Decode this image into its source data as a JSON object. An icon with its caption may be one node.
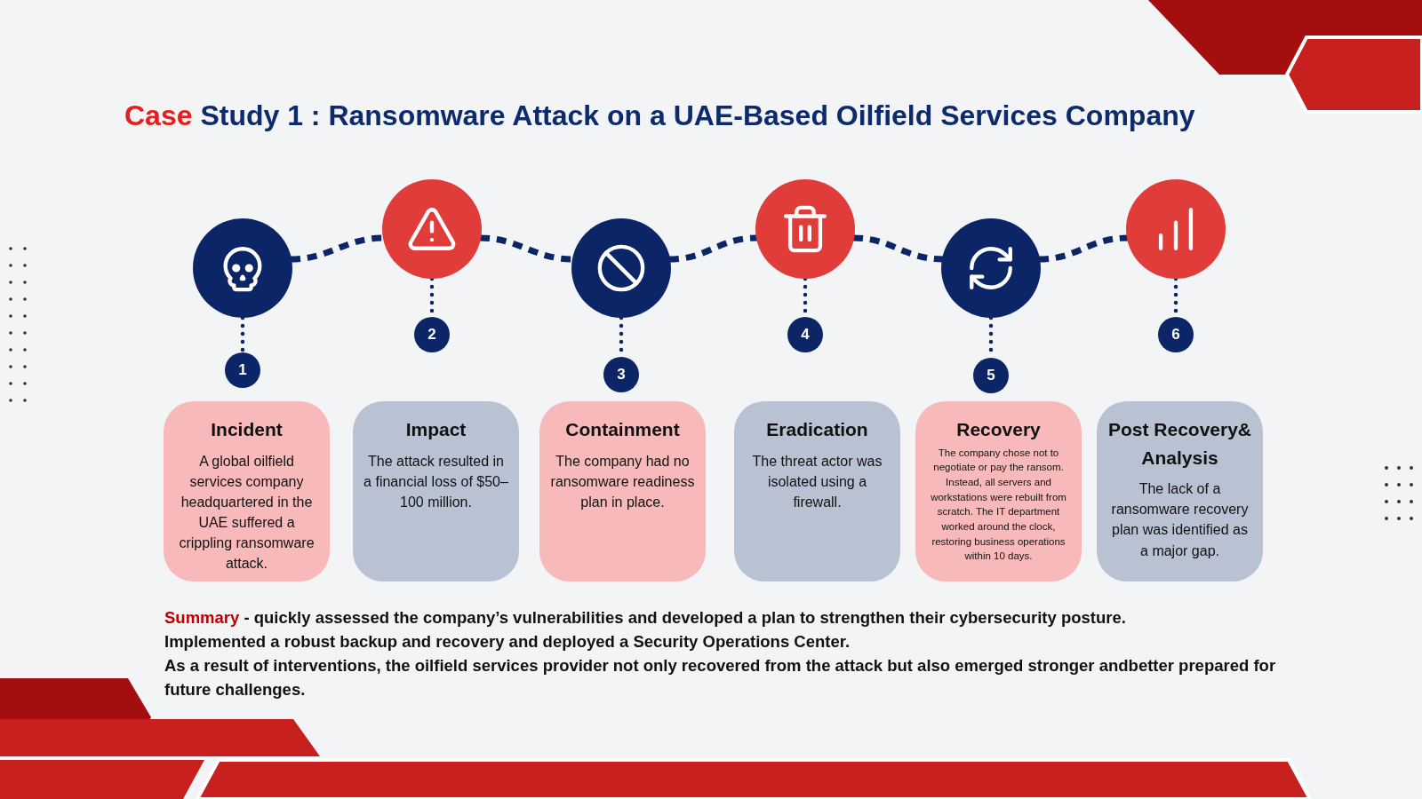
{
  "diagram": {
    "title": "Case Study 1 : Ransomware Attack on a UAE-Based Oilfield Services Company",
    "nodes": [
      {
        "text": [],
        "shape": "circle"
      },
      {
        "text": [],
        "shape": "circle"
      },
      {
        "text": [],
        "shape": "circle"
      },
      {
        "text": [],
        "shape": "circle"
      },
      {
        "text": [],
        "shape": "circle"
      },
      {
        "text": [],
        "shape": "circle"
      },
      {
        "text": [
          "1"
        ]
      },
      {
        "text": [
          "2"
        ]
      },
      {
        "text": [
          "3"
        ]
      },
      {
        "text": [
          "4"
        ]
      },
      {
        "text": [
          "5"
        ]
      },
      {
        "text": [
          "6"
        ]
      },
      {
        "text": [
          "Incident",
          "A global oilfield services company headquartered in the UAE suffered a crippling ransomware attack."
        ]
      },
      {
        "text": [
          "Impact",
          "The attack resulted in a financial loss of $50–100 million."
        ]
      },
      {
        "text": [
          "Containment",
          "The company had no ransomware readiness plan in place."
        ]
      },
      {
        "text": [
          "Eradication",
          "The threat actor was isolated using a firewall."
        ]
      },
      {
        "text": [
          "Recovery",
          "The company chose not to negotiate or pay the ransom. Instead, all servers and workstations were rebuilt from scratch. The IT department worked around the clock, restoring business operations within 10 days."
        ]
      },
      {
        "text": [
          "Post Recovery& Analysis",
          "The lack of a ransomware recovery plan was identified as a major gap."
        ]
      }
    ],
    "edges": [
      {
        "from": 0,
        "to": 1,
        "arrow": "none",
        "style": "dashed"
      },
      {
        "from": 1,
        "to": 2,
        "arrow": "none",
        "style": "dashed"
      },
      {
        "from": 2,
        "to": 3,
        "arrow": "none",
        "style": "dashed"
      },
      {
        "from": 3,
        "to": 4,
        "arrow": "none",
        "style": "dashed"
      },
      {
        "from": 4,
        "to": 5,
        "arrow": "none",
        "style": "dashed"
      },
      {
        "from": 0,
        "to": 6,
        "arrow": "none",
        "style": "dashed"
      },
      {
        "from": 1,
        "to": 7,
        "arrow": "none",
        "style": "dashed"
      },
      {
        "from": 2,
        "to": 8,
        "arrow": "none",
        "style": "dashed"
      },
      {
        "from": 3,
        "to": 9,
        "arrow": "none",
        "style": "dashed"
      },
      {
        "from": 4,
        "to": 10,
        "arrow": "none",
        "style": "dashed"
      },
      {
        "from": 5,
        "to": 11,
        "arrow": "none",
        "style": "dashed"
      }
    ],
    "labels": [
      "Summary",
      "- quickly assessed the company’s vulnerabilities and developed a plan to strengthen their cybersecurity posture.",
      "Implemented a robust backup and recovery and deployed a Security Operations Center.",
      "As a result of interventions, the oilfield services provider not only recovered from the attack but also emerged stronger andbetter prepared for future challenges."
    ]
  }
}
